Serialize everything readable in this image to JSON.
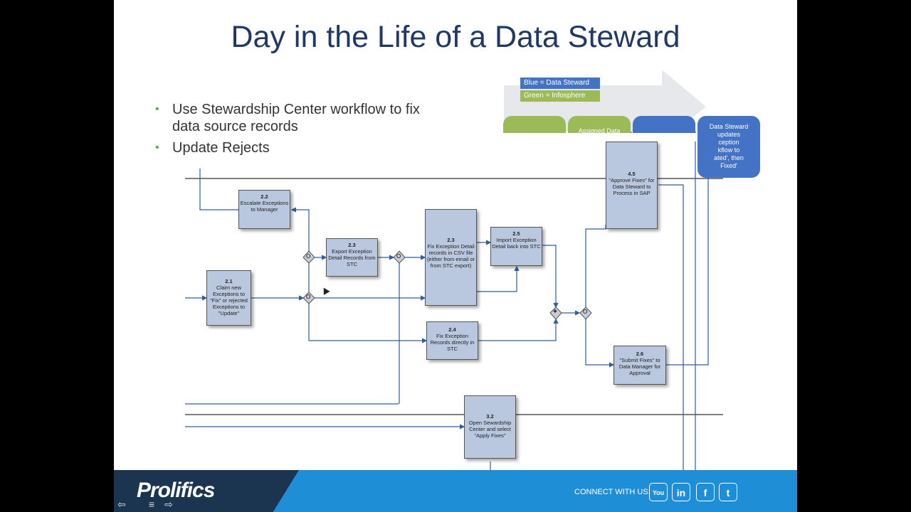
{
  "slide": {
    "title": "Day in the Life of a Data Steward",
    "bullets": [
      "Use Stewardship Center workflow to fix data source records",
      "Update Rejects"
    ]
  },
  "legend": {
    "blue": "Blue = Data Steward",
    "green": "Green = Infosphere",
    "blue_color": "#4472c4",
    "green_color": "#9bbb59"
  },
  "lanes": {
    "lane2": "Assigned Data",
    "lane4_line1": "Data Steward",
    "lane4_line2": "updates",
    "lane4_line3": "ception",
    "lane4_line4": "kflow to",
    "lane4_line5": "ated', then",
    "lane4_line6": "Fixed'"
  },
  "process": {
    "b22": {
      "num": "2.2",
      "text": "Escalate Exceptions to Manager"
    },
    "b21": {
      "num": "2.1",
      "text": "Claim new Exceptions to \"Fix\" or rejected Exceptions to \"Update\""
    },
    "b23a": {
      "num": "2.3",
      "text": "Export Exception Detail Records from STC"
    },
    "b23b": {
      "num": "2.3",
      "text": "Fix Exception Detail records in CSV file (either from email or from STC export)"
    },
    "b25": {
      "num": "2.5",
      "text": "Import Exception Detail back into STC"
    },
    "b24": {
      "num": "2.4",
      "text": "Fix Exception Records directly in STC"
    },
    "b45": {
      "num": "4.5",
      "text": "\"Approve Fixes\" for Data Steward to Process in SAP"
    },
    "b26": {
      "num": "2.6",
      "text": "\"Submit Fixes\" to Data Manager for Approval"
    },
    "b32": {
      "num": "3.2",
      "text": "Open Sewardship Center and select \"Apply Fixes\""
    }
  },
  "gateways": {
    "exclusive": "O",
    "parallel": "+"
  },
  "footer": {
    "logo": "Prolifics",
    "connect": "CONNECT WITH US:",
    "social": {
      "youtube": "You",
      "linkedin": "in",
      "facebook": "f",
      "twitter": "t"
    }
  },
  "nav": {
    "prev": "⇦",
    "menu": "≡",
    "next": "⇨"
  }
}
